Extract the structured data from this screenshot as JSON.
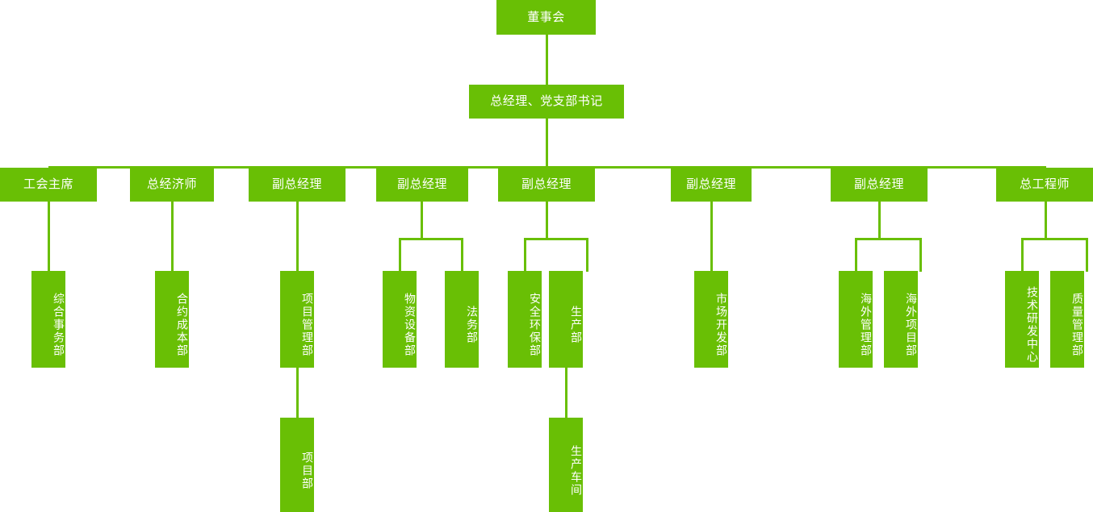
{
  "chart_title": "",
  "theme": {
    "box_fill": "#69bf05",
    "connector": "#69bf05",
    "label_color": "#ffffff",
    "background": "#ffffff"
  },
  "org_chart": {
    "type": "tree",
    "orientation": "top-down",
    "levels": 4,
    "nodes": {
      "board": {
        "label": "董事会",
        "level": 1
      },
      "gm": {
        "label": "总经理、党支部书记",
        "level": 2
      },
      "exec_union_chair": {
        "label": "工会主席",
        "level": 3
      },
      "exec_chief_economist": {
        "label": "总经济师",
        "level": 3
      },
      "exec_dgm_1": {
        "label": "副总经理",
        "level": 3
      },
      "exec_dgm_2": {
        "label": "副总经理",
        "level": 3
      },
      "exec_dgm_3": {
        "label": "副总经理",
        "level": 3
      },
      "exec_dgm_4": {
        "label": "副总经理",
        "level": 3
      },
      "exec_dgm_5": {
        "label": "副总经理",
        "level": 3
      },
      "exec_chief_engineer": {
        "label": "总工程师",
        "level": 3
      },
      "dept_general_affairs": {
        "label": "综合事务部",
        "level": 4
      },
      "dept_contract_cost": {
        "label": "合约成本部",
        "level": 4
      },
      "dept_project_mgmt": {
        "label": "项目管理部",
        "level": 4
      },
      "dept_materials_equipment": {
        "label": "物资设备部",
        "level": 4
      },
      "dept_legal": {
        "label": "法务部",
        "level": 4
      },
      "dept_safety_environment": {
        "label": "安全环保部",
        "level": 4
      },
      "dept_production": {
        "label": "生产部",
        "level": 4
      },
      "dept_market_development": {
        "label": "市场开发部",
        "level": 4
      },
      "dept_overseas_mgmt": {
        "label": "海外管理部",
        "level": 4
      },
      "dept_overseas_project": {
        "label": "海外项目部",
        "level": 4
      },
      "dept_tech_rnd_center": {
        "label": "技术研发中心",
        "level": 4
      },
      "dept_quality_mgmt": {
        "label": "质量管理部",
        "level": 4
      },
      "unit_project_dept": {
        "label": "项目部",
        "level": 5
      },
      "unit_production_workshop": {
        "label": "生产车间",
        "level": 5
      }
    },
    "edges": [
      {
        "from": "board",
        "to": "gm"
      },
      {
        "from": "gm",
        "to": "exec_union_chair"
      },
      {
        "from": "gm",
        "to": "exec_chief_economist"
      },
      {
        "from": "gm",
        "to": "exec_dgm_1"
      },
      {
        "from": "gm",
        "to": "exec_dgm_2"
      },
      {
        "from": "gm",
        "to": "exec_dgm_3"
      },
      {
        "from": "gm",
        "to": "exec_dgm_4"
      },
      {
        "from": "gm",
        "to": "exec_dgm_5"
      },
      {
        "from": "gm",
        "to": "exec_chief_engineer"
      },
      {
        "from": "exec_union_chair",
        "to": "dept_general_affairs"
      },
      {
        "from": "exec_chief_economist",
        "to": "dept_contract_cost"
      },
      {
        "from": "exec_dgm_1",
        "to": "dept_project_mgmt"
      },
      {
        "from": "exec_dgm_2",
        "to": "dept_materials_equipment"
      },
      {
        "from": "exec_dgm_2",
        "to": "dept_legal"
      },
      {
        "from": "exec_dgm_3",
        "to": "dept_safety_environment"
      },
      {
        "from": "exec_dgm_3",
        "to": "dept_production"
      },
      {
        "from": "exec_dgm_4",
        "to": "dept_market_development"
      },
      {
        "from": "exec_dgm_5",
        "to": "dept_overseas_mgmt"
      },
      {
        "from": "exec_dgm_5",
        "to": "dept_overseas_project"
      },
      {
        "from": "exec_chief_engineer",
        "to": "dept_tech_rnd_center"
      },
      {
        "from": "exec_chief_engineer",
        "to": "dept_quality_mgmt"
      },
      {
        "from": "dept_project_mgmt",
        "to": "unit_project_dept"
      },
      {
        "from": "dept_production",
        "to": "unit_production_workshop"
      }
    ]
  }
}
